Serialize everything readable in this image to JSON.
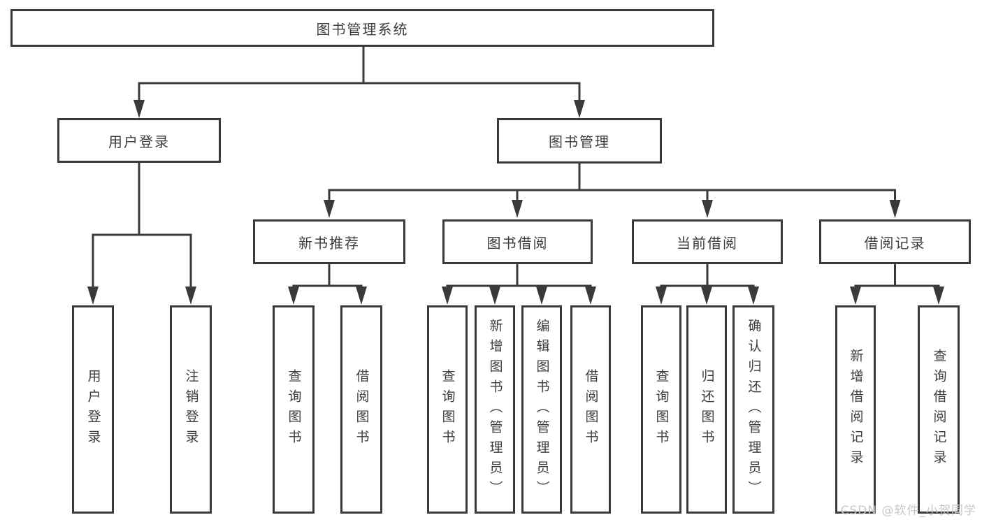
{
  "tree": {
    "root": {
      "label": "图书管理系统"
    },
    "branches": [
      {
        "label": "用户登录",
        "leaves": [
          {
            "label": "用户登录"
          },
          {
            "label": "注销登录"
          }
        ]
      },
      {
        "label": "图书管理",
        "children": [
          {
            "label": "新书推荐",
            "leaves": [
              {
                "label": "查询图书"
              },
              {
                "label": "借阅图书"
              }
            ]
          },
          {
            "label": "图书借阅",
            "leaves": [
              {
                "label": "查询图书"
              },
              {
                "label": "新增图书（管理员）"
              },
              {
                "label": "编辑图书（管理员）"
              },
              {
                "label": "借阅图书"
              }
            ]
          },
          {
            "label": "当前借阅",
            "leaves": [
              {
                "label": "查询图书"
              },
              {
                "label": "归还图书"
              },
              {
                "label": "确认归还（管理员）"
              }
            ]
          },
          {
            "label": "借阅记录",
            "leaves": [
              {
                "label": "新增借阅记录"
              },
              {
                "label": "查询借阅记录"
              }
            ]
          }
        ]
      }
    ]
  },
  "watermark": "CSDN @软件_小贺同学",
  "colors": {
    "line": "#3a3a3a",
    "box_border": "#3a3a3a",
    "text": "#3d3d3d",
    "watermark": "#c6c6c6",
    "background": "#ffffff"
  }
}
